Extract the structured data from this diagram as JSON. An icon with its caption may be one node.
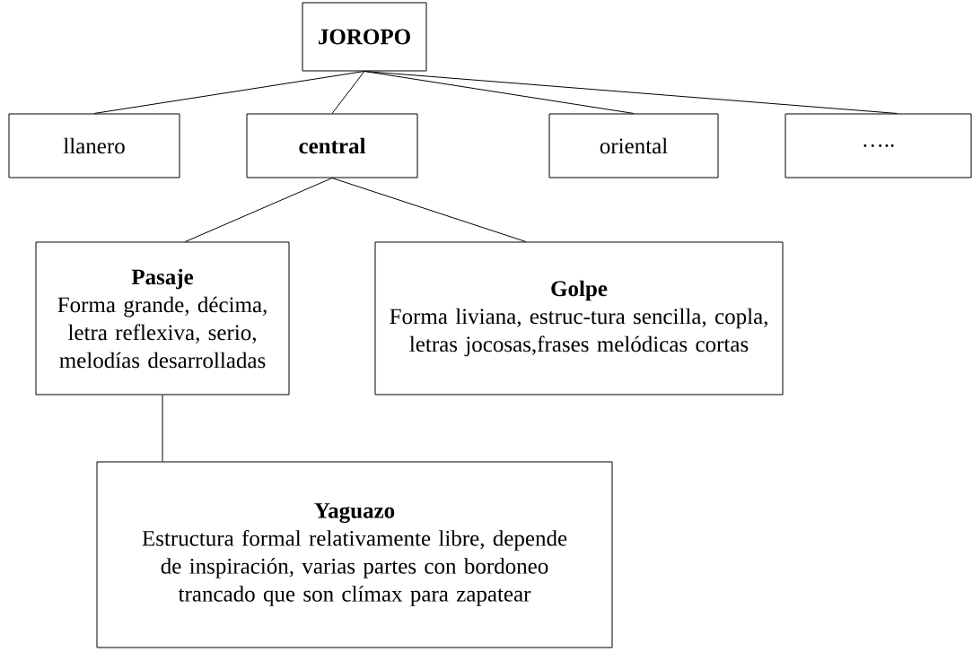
{
  "diagram": {
    "nodes": [
      {
        "text": [
          "JOROPO"
        ]
      },
      {
        "text": [
          "llanero"
        ]
      },
      {
        "text": [
          "central"
        ]
      },
      {
        "text": [
          "oriental"
        ]
      },
      {
        "text": [
          "….."
        ]
      },
      {
        "text": [
          "Pasaje",
          "Forma grande, décima, letra reflexiva, serio, melodías desarrolladas"
        ]
      },
      {
        "text": [
          "Golpe",
          "Forma liviana, estruc-tura sencilla, copla, letras jocosas,frases melódicas cortas"
        ]
      },
      {
        "text": [
          "Yaguazo",
          "Estructura formal relativamente libre, depende de inspiración, varias partes con bordoneo trancado que son clímax para zapatear"
        ]
      }
    ],
    "edges": [
      {
        "from": 0,
        "to": 1,
        "arrow": "none"
      },
      {
        "from": 0,
        "to": 2,
        "arrow": "none"
      },
      {
        "from": 0,
        "to": 3,
        "arrow": "none"
      },
      {
        "from": 0,
        "to": 4,
        "arrow": "none"
      },
      {
        "from": 2,
        "to": 5,
        "arrow": "none"
      },
      {
        "from": 2,
        "to": 6,
        "arrow": "none"
      },
      {
        "from": 5,
        "to": 7,
        "arrow": "none"
      }
    ]
  }
}
